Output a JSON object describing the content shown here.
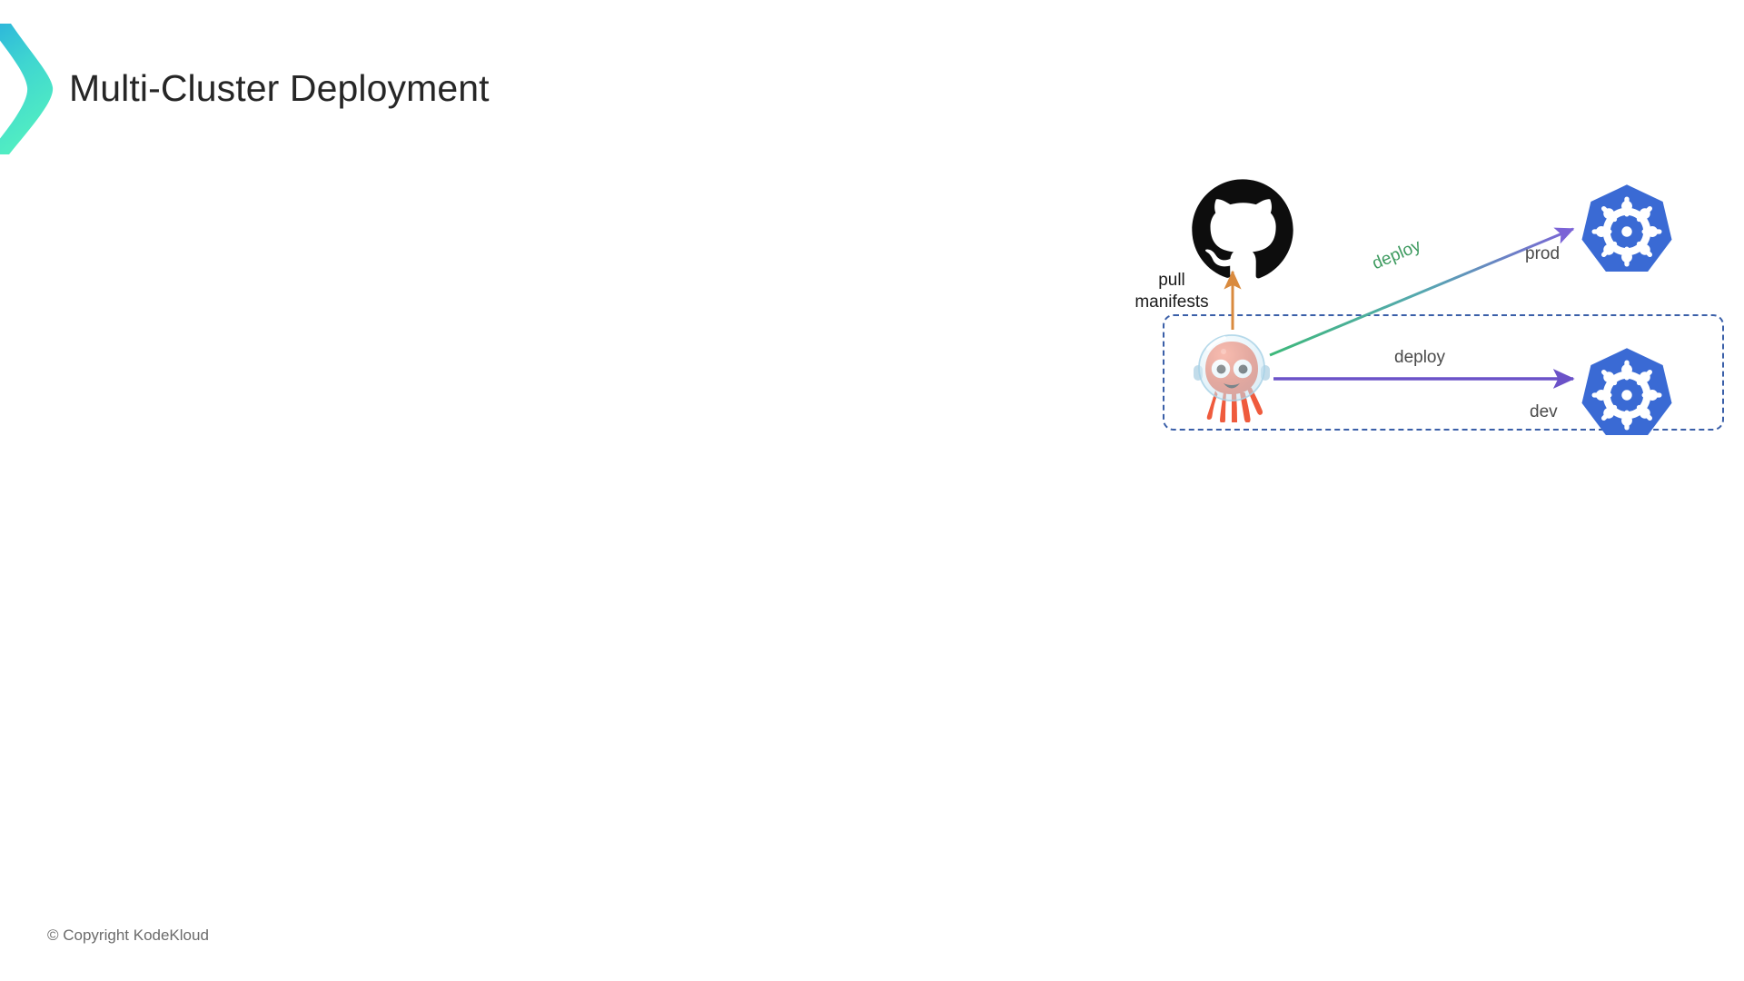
{
  "slide": {
    "title": "Multi-Cluster Deployment",
    "copyright": "© Copyright KodeKloud",
    "background_color": "#ffffff",
    "title_color": "#262626",
    "copyright_color": "#6b6b6b"
  },
  "brand": {
    "logo_icon": "kodekloud-chevron-icon",
    "gradient_start": "#28b7d8",
    "gradient_end": "#4ae8c4"
  },
  "diagram": {
    "type": "architecture-flow",
    "nodes": [
      {
        "id": "github",
        "icon": "github-octocat-icon",
        "label": "",
        "color": "#000000"
      },
      {
        "id": "argocd",
        "icon": "argocd-octopus-icon",
        "label": "",
        "body_color": "#ef5b3d",
        "helmet_color": "#cfe9f5"
      },
      {
        "id": "k8s-prod",
        "icon": "kubernetes-wheel-icon",
        "label": "prod",
        "color": "#3a6ad4"
      },
      {
        "id": "k8s-dev",
        "icon": "kubernetes-wheel-icon",
        "label": "dev",
        "color": "#3a6ad4"
      }
    ],
    "edges": [
      {
        "id": "pull-manifests",
        "from": "argocd",
        "to": "github",
        "label": "pull\nmanifests",
        "label_line1": "pull",
        "label_line2": "manifests",
        "color": "#d98a3e",
        "direction": "up"
      },
      {
        "id": "deploy-prod",
        "from": "argocd",
        "to": "k8s-prod",
        "label": "deploy",
        "color_start": "#3db87a",
        "color_end": "#7b63d6",
        "label_color": "#3d9a5f",
        "direction": "diagonal-up-right"
      },
      {
        "id": "deploy-dev",
        "from": "argocd",
        "to": "k8s-dev",
        "label": "deploy",
        "color": "#6b52c8",
        "label_color": "#4a4a4a",
        "direction": "right"
      }
    ],
    "boundary": {
      "id": "cluster-boundary",
      "style": "dashed",
      "border_color": "#3a5fa8",
      "contains": [
        "argocd",
        "k8s-dev"
      ]
    }
  }
}
